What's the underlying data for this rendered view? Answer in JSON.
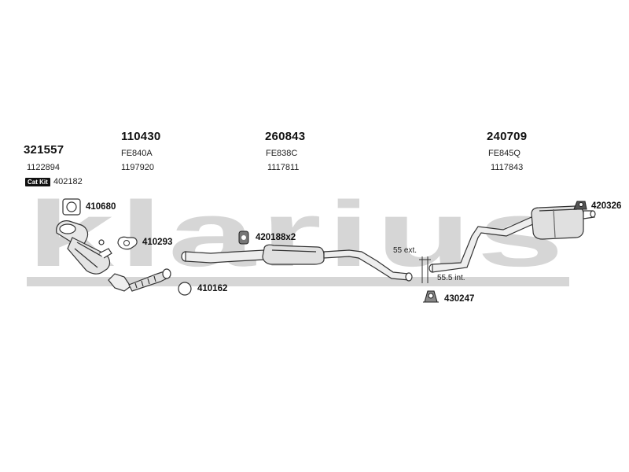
{
  "watermark": "klarius",
  "colors": {
    "watermark": "#d6d6d6",
    "line": "#3a3a3a",
    "fill": "#e9e9e9"
  },
  "groups": [
    {
      "main": "321557",
      "sub1": "1122894"
    },
    {
      "main": "110430",
      "sub1": "FE840A",
      "sub2": "1197920"
    },
    {
      "main": "260843",
      "sub1": "FE838C",
      "sub2": "1117811"
    },
    {
      "main": "240709",
      "sub1": "FE845Q",
      "sub2": "1117843"
    }
  ],
  "cat_kit": {
    "badge": "Cat Kit",
    "number": "402182"
  },
  "parts": {
    "gasket_square": "410680",
    "gasket_oval": "410293",
    "ring": "410162",
    "mount_front": "420188x2",
    "clamp": "430247",
    "mount_rear": "420326"
  },
  "notes": {
    "ext": "55 ext.",
    "int": "55.5 int."
  }
}
